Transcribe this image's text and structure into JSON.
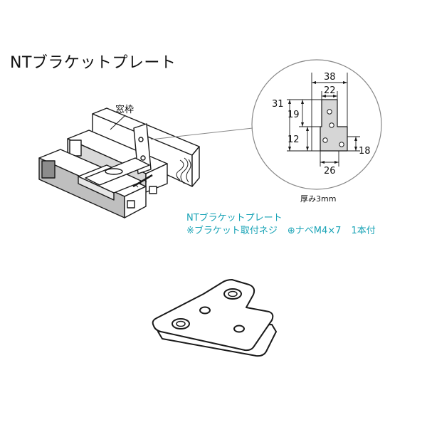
{
  "title": "NTブラケットプレート",
  "assembly_label": "窓枠",
  "dimensions": {
    "width_top": "38",
    "width_inner": "22",
    "width_bottom": "26",
    "height_total": "31",
    "height_upper": "19",
    "height_lower": "12",
    "height_right": "18"
  },
  "thickness_label": "厚み3mm",
  "caption": {
    "line1": "NTブラケットプレート",
    "line2_main": "※ブラケット取付ネジ",
    "line2_screw": "⊕ナベM4×7",
    "line2_qty": "1本付"
  },
  "colors": {
    "caption": "#18a3b6",
    "line": "#1a1a1a",
    "circle": "#888888"
  }
}
